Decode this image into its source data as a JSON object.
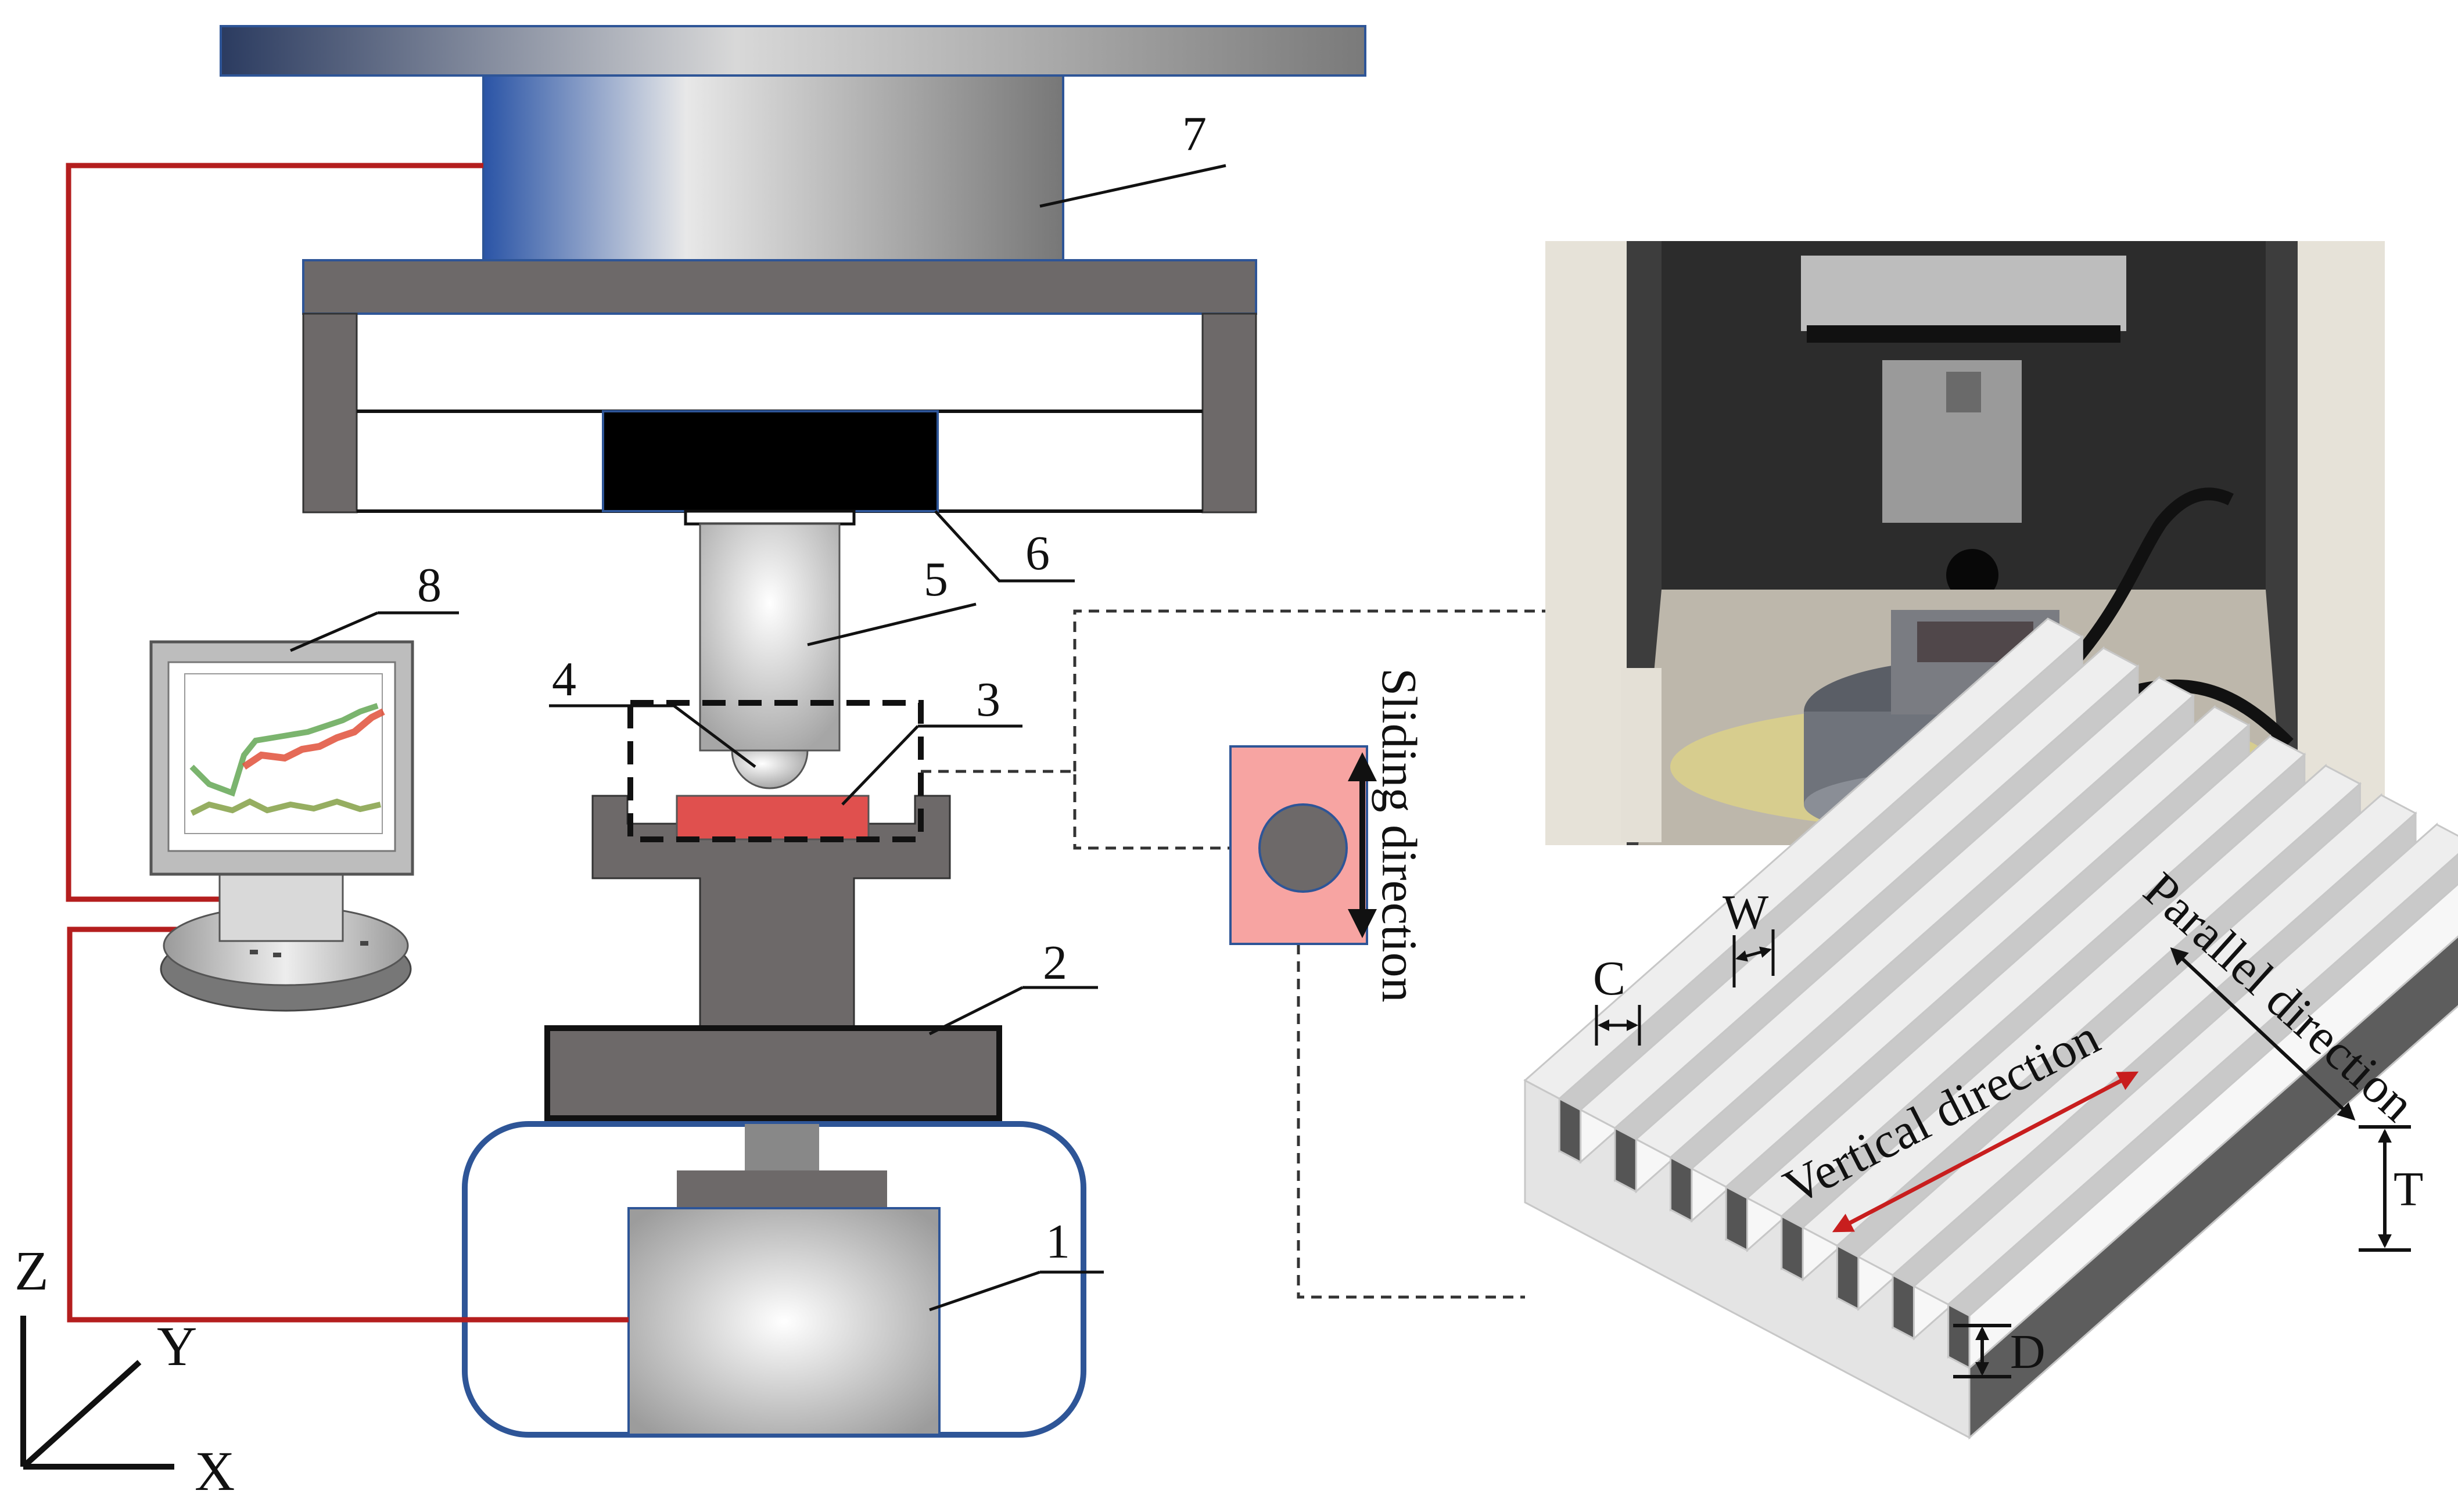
{
  "labels": {
    "l1": "1",
    "l2": "2",
    "l3": "3",
    "l4": "4",
    "l5": "5",
    "l6": "6",
    "l7": "7",
    "l8": "8"
  },
  "axes": {
    "x": "X",
    "y": "Y",
    "z": "Z"
  },
  "annotations": {
    "sliding_direction": "Sliding direction",
    "vertical_direction": "Vertical direction",
    "parallel_direction": "Parallel direction",
    "dim_c": "C",
    "dim_w": "W",
    "dim_t": "T",
    "dim_d": "D"
  },
  "colors": {
    "frame": "#6d6969",
    "cable": "#b41e1e",
    "specimen": "#e0504e",
    "pin_plate": "#f7a4a2",
    "blue_outline": "#2e5597",
    "gradient_blue": "#2a54a6",
    "vertical_arrow": "#c81e1e"
  },
  "icons": {
    "monitor": "monitor-icon",
    "photo": "tribometer-photo",
    "grooved_surface": "grooved-surface-3d"
  }
}
